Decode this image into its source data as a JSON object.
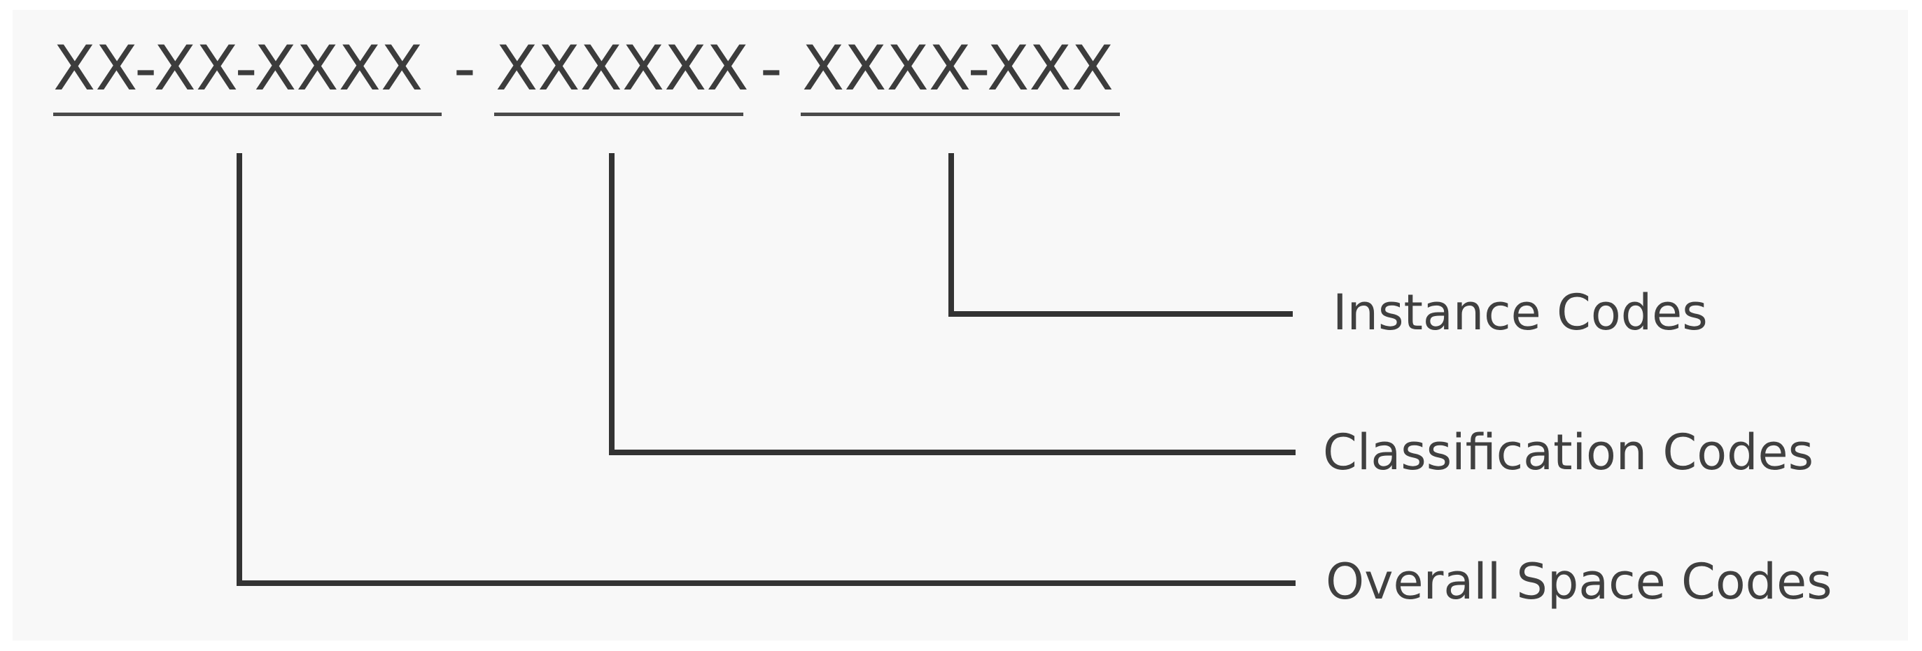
{
  "code_format": {
    "segment_1": "XX-XX-XXXX",
    "separator_1": "-",
    "segment_2": "XXXXXX",
    "separator_2": "-",
    "segment_3": "XXXX-XXX"
  },
  "labels": {
    "instance": "Instance Codes",
    "classification": "Classification Codes",
    "overall_space": "Overall Space Codes"
  }
}
